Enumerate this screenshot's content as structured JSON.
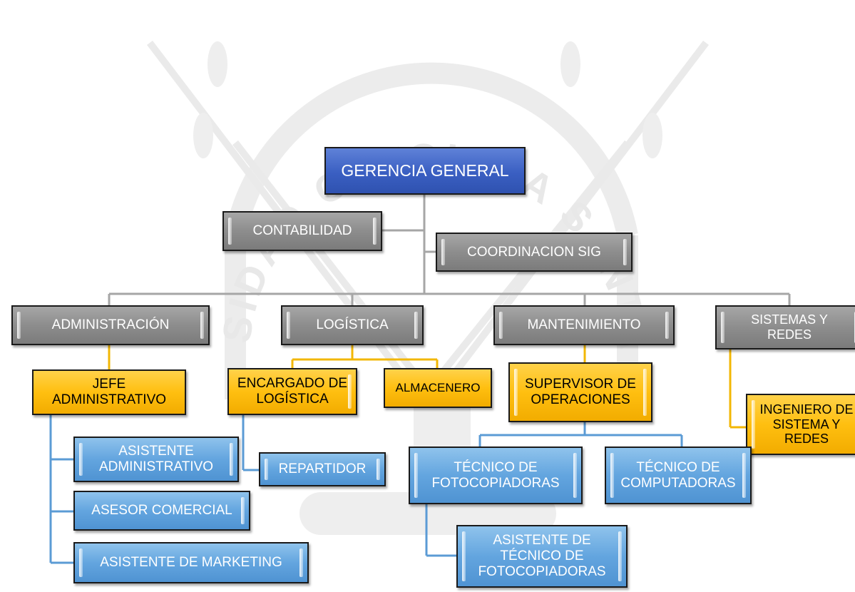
{
  "watermark": {
    "university_text": "UNIVERSIDAD CATOLICA SANTA MARIA"
  },
  "org_chart": {
    "gerencia": "GERENCIA GENERAL",
    "contabilidad": "CONTABILIDAD",
    "coordinacion_sig": "COORDINACION SIG",
    "administracion": "ADMINISTRACIÓN",
    "logistica": "LOGÍSTICA",
    "mantenimiento": "MANTENIMIENTO",
    "sistemas_redes": "SISTEMAS Y REDES",
    "jefe_administrativo": "JEFE ADMINISTRATIVO",
    "encargado_logistica": "ENCARGADO DE LOGÍSTICA",
    "almacenero": "ALMACENERO",
    "supervisor_operaciones": "SUPERVISOR DE OPERACIONES",
    "ingeniero_sistema": "INGENIERO DE SISTEMA Y REDES",
    "asistente_administrativo": "ASISTENTE ADMINISTRATIVO",
    "asesor_comercial": "ASESOR COMERCIAL",
    "asistente_marketing": "ASISTENTE DE MARKETING",
    "repartidor": "REPARTIDOR",
    "tecnico_fotocopiadoras": "TÉCNICO DE FOTOCOPIADORAS",
    "tecnico_computadoras": "TÉCNICO DE COMPUTADORAS",
    "asistente_tecnico_fotocopiadoras": "ASISTENTE DE TÉCNICO DE FOTOCOPIADORAS"
  },
  "colors": {
    "top": "#3a5fc2",
    "staff": "#8d8d8d",
    "department": "#8d8d8d",
    "lead": "#ffbf10",
    "staff_member": "#63a5df",
    "gray_line": "#a6a6a6",
    "gold_line": "#f2b705",
    "blue_line": "#5b9bd5"
  }
}
